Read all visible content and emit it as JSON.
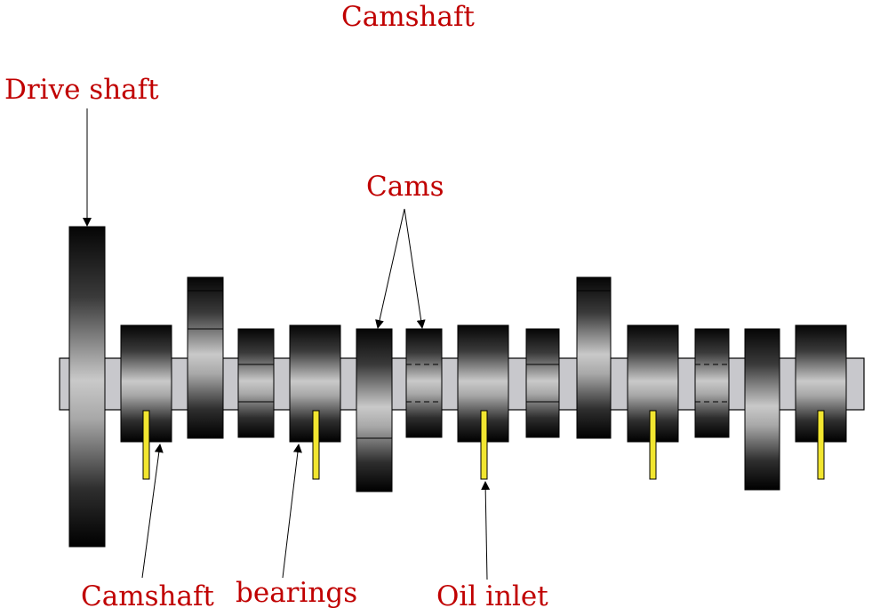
{
  "title": "Camshaft",
  "labels": {
    "drive_shaft": "Drive shaft",
    "cams": "Cams",
    "camshaft": "Camshaft",
    "bearings": "bearings",
    "oil_inlet": "Oil inlet"
  },
  "colors": {
    "label_text": "#c00000",
    "shaft_fill": "#c8c8cc",
    "outline": "#000000",
    "oil_passage": "#f2e630",
    "background": "#ffffff"
  }
}
